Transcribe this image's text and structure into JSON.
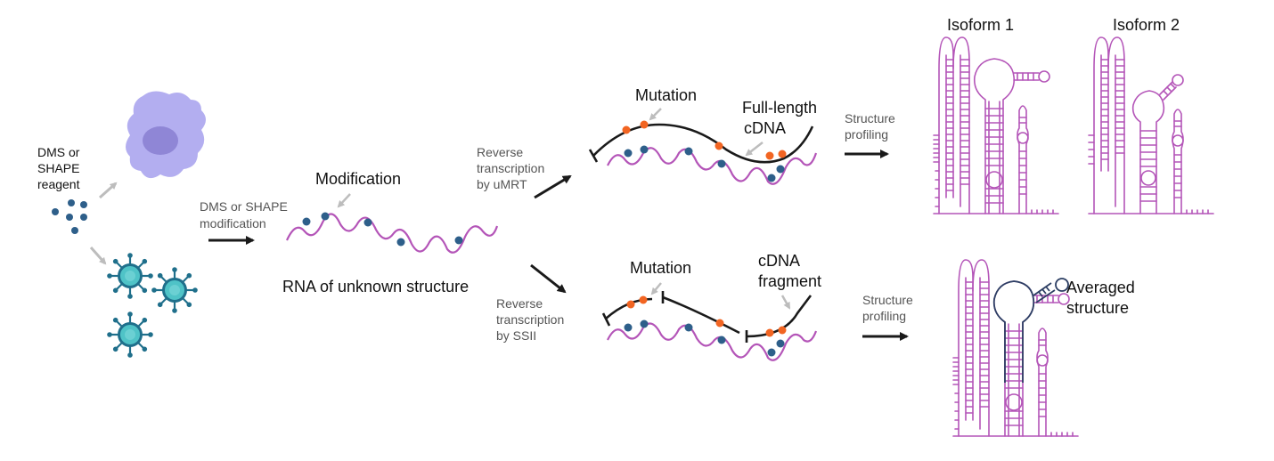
{
  "colors": {
    "rna": "#b455b8",
    "cdna": "#1a1a1a",
    "modification_dot": "#2e5f8a",
    "mutation_dot": "#f26522",
    "arrow": "#1a1a1a",
    "pointer": "#bdbdbd",
    "cell_fill": "#b3aef0",
    "cell_nucleus": "#8f86d6",
    "virus_fill": "#4fc3c7",
    "virus_outline": "#1f6f8b",
    "structure_highlight": "#2c3e63"
  },
  "reagent": {
    "line1": "DMS or",
    "line2": "SHAPE",
    "line3": "reagent"
  },
  "step_modification": {
    "line1": "DMS or SHAPE",
    "line2": "modification"
  },
  "rna_labels": {
    "modification": "Modification",
    "unknown": "RNA of unknown structure"
  },
  "umrt_branch": {
    "rt_line1": "Reverse",
    "rt_line2": "transcription",
    "rt_line3": "by uMRT",
    "mutation": "Mutation",
    "full_line1": "Full-length",
    "full_line2": "cDNA",
    "profiling_line1": "Structure",
    "profiling_line2": "profiling"
  },
  "ssii_branch": {
    "rt_line1": "Reverse",
    "rt_line2": "transcription",
    "rt_line3": "by SSII",
    "mutation": "Mutation",
    "frag_line1": "cDNA",
    "frag_line2": "fragment",
    "profiling_line1": "Structure",
    "profiling_line2": "profiling"
  },
  "outputs": {
    "isoform1": "Isoform 1",
    "isoform2": "Isoform 2",
    "averaged_line1": "Averaged",
    "averaged_line2": "structure"
  }
}
